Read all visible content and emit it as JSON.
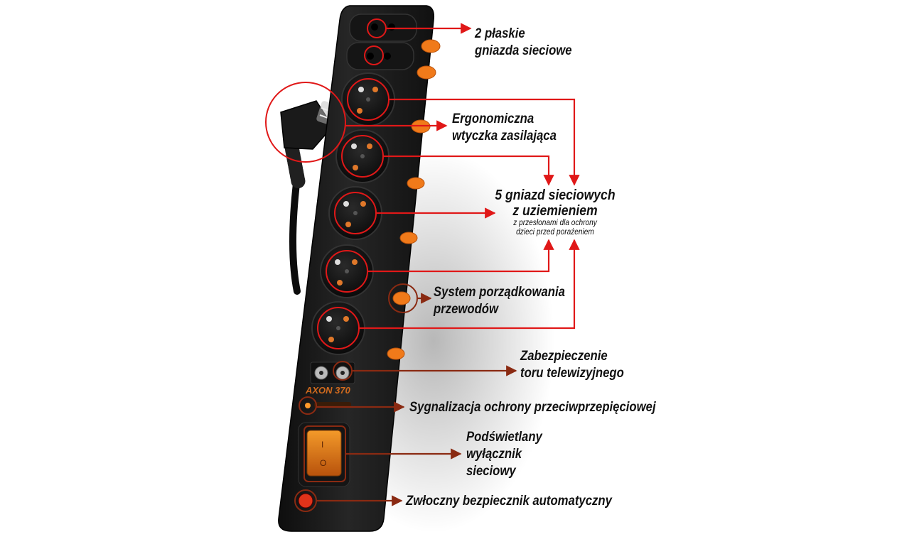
{
  "product": {
    "brand_text": "AXON 370"
  },
  "switch": {
    "on_mark": "I",
    "off_mark": "O"
  },
  "colors": {
    "strip_body": "#1c1c1c",
    "callout_red": "#e01818",
    "callout_brown": "#8a2a12",
    "cable_clip": "#f07a1a",
    "brand_orange": "#d06a1e"
  },
  "annotations": {
    "flat_sockets": {
      "lines": [
        "2 płaskie",
        "gniazda sieciowe"
      ]
    },
    "ergonomic_plug": {
      "lines": [
        "Ergonomiczna",
        "wtyczka zasilająca"
      ]
    },
    "grounded_sockets": {
      "lines": [
        "5 gniazd sieciowych",
        "z uziemieniem"
      ],
      "note_lines": [
        "z przesłonami dla ochrony",
        "dzieci przed porażeniem"
      ]
    },
    "cable_management": {
      "lines": [
        "System porządkowania",
        "przewodów"
      ]
    },
    "tv_protection": {
      "lines": [
        "Zabezpieczenie",
        "toru telewizyjnego"
      ]
    },
    "surge_indicator": {
      "lines": [
        "Sygnalizacja ochrony przeciwprzepięciowej"
      ]
    },
    "power_switch": {
      "lines": [
        "Podświetlany",
        "wyłącznik",
        "sieciowy"
      ]
    },
    "circuit_breaker": {
      "lines": [
        "Zwłoczny bezpiecznik automatyczny"
      ]
    }
  }
}
